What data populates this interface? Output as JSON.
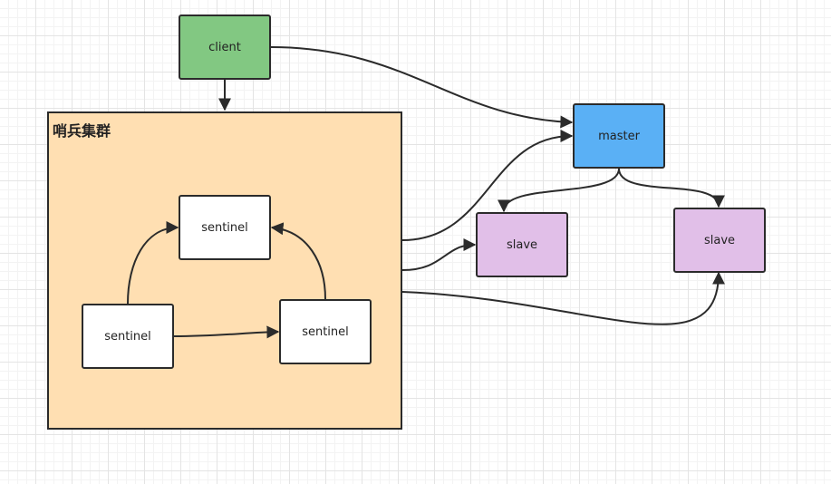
{
  "colors": {
    "client": "#82c882",
    "master": "#5ab0f5",
    "slave": "#e1bfe8",
    "sentinel": "#ffffff",
    "cluster": "#ffdfb2",
    "stroke": "#2b2b2b"
  },
  "nodes": {
    "client": "client",
    "master": "master",
    "slave_left": "slave",
    "slave_right": "slave",
    "sentinel_top": "sentinel",
    "sentinel_left": "sentinel",
    "sentinel_right": "sentinel"
  },
  "cluster": {
    "title": "哨兵集群"
  }
}
